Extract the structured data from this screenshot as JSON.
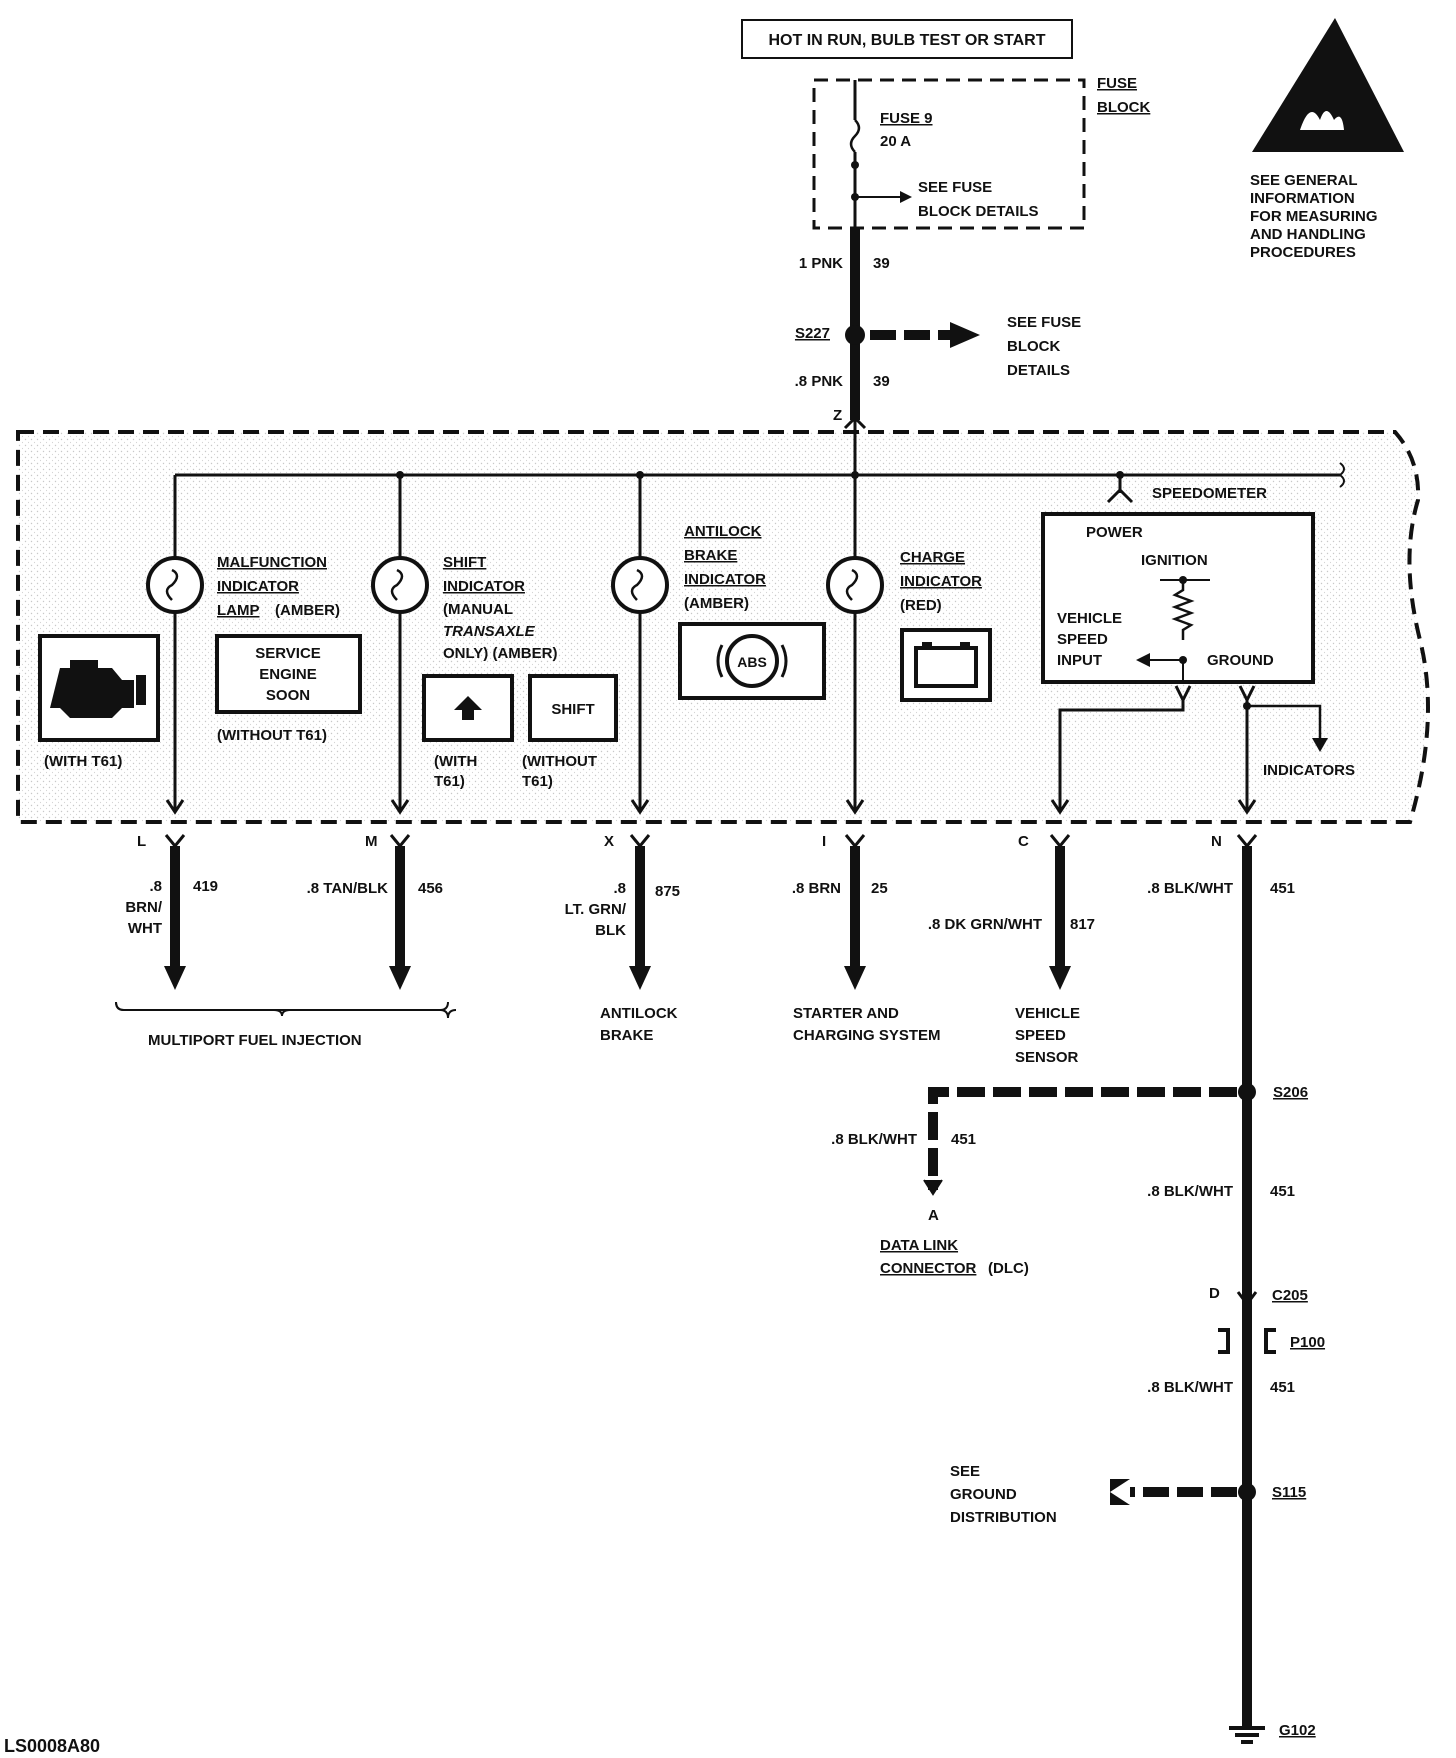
{
  "header": {
    "power_source": "HOT IN RUN, BULB TEST OR START"
  },
  "fuse_block": {
    "title_line1": "FUSE",
    "title_line2": "BLOCK",
    "fuse_name": "FUSE 9",
    "fuse_rating": "20 A",
    "see_details_line1": "SEE FUSE",
    "see_details_line2": "BLOCK DETAILS"
  },
  "esd_warning": {
    "icon": "esd-warning-triangle-icon",
    "lines": [
      "SEE GENERAL",
      "INFORMATION",
      "FOR MEASURING",
      "AND HANDLING",
      "PROCEDURES"
    ]
  },
  "feed": {
    "upper_wire": {
      "gauge_color": "1 PNK",
      "circuit": "39"
    },
    "splice": {
      "name": "S227",
      "see_line1": "SEE FUSE",
      "see_line2": "BLOCK",
      "see_line3": "DETAILS"
    },
    "lower_wire": {
      "gauge_color": ".8 PNK",
      "circuit": "39"
    },
    "terminal": "Z"
  },
  "cluster": {
    "speedometer": "SPEEDOMETER",
    "mil": {
      "lines": [
        "MALFUNCTION",
        "INDICATOR",
        "LAMP"
      ],
      "color_note": "(AMBER)",
      "with_t61": "(WITH T61)",
      "without_t61": "(WITHOUT T61)",
      "ses_lines": [
        "SERVICE",
        "ENGINE",
        "SOON"
      ],
      "engine_icon": "check-engine-icon"
    },
    "shift": {
      "lines": [
        "SHIFT",
        "INDICATOR"
      ],
      "note_lines": [
        "(MANUAL",
        "TRANSAXLE",
        "ONLY) (AMBER)"
      ],
      "with_lines": [
        "(WITH",
        "T61)"
      ],
      "without_lines": [
        "(WITHOUT",
        "T61)"
      ],
      "shift_label": "SHIFT",
      "arrow_icon": "up-arrow-icon"
    },
    "abs": {
      "lines": [
        "ANTILOCK",
        "BRAKE",
        "INDICATOR"
      ],
      "color_note": "(AMBER)",
      "symbol": "ABS"
    },
    "charge": {
      "lines": [
        "CHARGE",
        "INDICATOR"
      ],
      "color_note": "(RED)",
      "battery_icon": "battery-icon"
    },
    "speed_module": {
      "power": "POWER",
      "ignition": "IGNITION",
      "vss_lines": [
        "VEHICLE",
        "SPEED",
        "INPUT"
      ],
      "ground": "GROUND",
      "indicators": "INDICATORS"
    }
  },
  "outputs": [
    {
      "terminal": "L",
      "gauge_color_lines": [
        ".8",
        "BRN/",
        "WHT"
      ],
      "circuit": "419"
    },
    {
      "terminal": "M",
      "gauge_color_lines": [
        ".8 TAN/BLK"
      ],
      "circuit": "456"
    },
    {
      "terminal": "X",
      "gauge_color_lines": [
        ".8",
        "LT. GRN/",
        "BLK"
      ],
      "circuit": "875"
    },
    {
      "terminal": "I",
      "gauge_color_lines": [
        ".8 BRN"
      ],
      "circuit": "25"
    },
    {
      "terminal": "C",
      "gauge_color_lines": [
        ".8 DK GRN/WHT"
      ],
      "circuit": "817"
    },
    {
      "terminal": "N",
      "gauge_color_lines": [
        ".8 BLK/WHT"
      ],
      "circuit": "451"
    }
  ],
  "destinations": {
    "mfi": "MULTIPORT FUEL INJECTION",
    "abs_lines": [
      "ANTILOCK",
      "BRAKE"
    ],
    "charging_lines": [
      "STARTER AND",
      "CHARGING SYSTEM"
    ],
    "vss_lines": [
      "VEHICLE",
      "SPEED",
      "SENSOR"
    ]
  },
  "ground_path": {
    "s206": "S206",
    "dlc_wire": {
      "gauge_color": ".8 BLK/WHT",
      "circuit": "451"
    },
    "dlc_terminal": "A",
    "dlc_line1": "DATA LINK",
    "dlc_line2": "CONNECTOR",
    "dlc_suffix": "(DLC)",
    "mid_wire": {
      "gauge_color": ".8 BLK/WHT",
      "circuit": "451"
    },
    "connector_terminal": "D",
    "connector": "C205",
    "p100": "P100",
    "low_wire": {
      "gauge_color": ".8 BLK/WHT",
      "circuit": "451"
    },
    "s115": "S115",
    "see_ground_lines": [
      "SEE",
      "GROUND",
      "DISTRIBUTION"
    ],
    "ground_point": "G102",
    "ground_icon": "ground-symbol-icon"
  },
  "footer": {
    "figure_id": "LS0008A80"
  }
}
